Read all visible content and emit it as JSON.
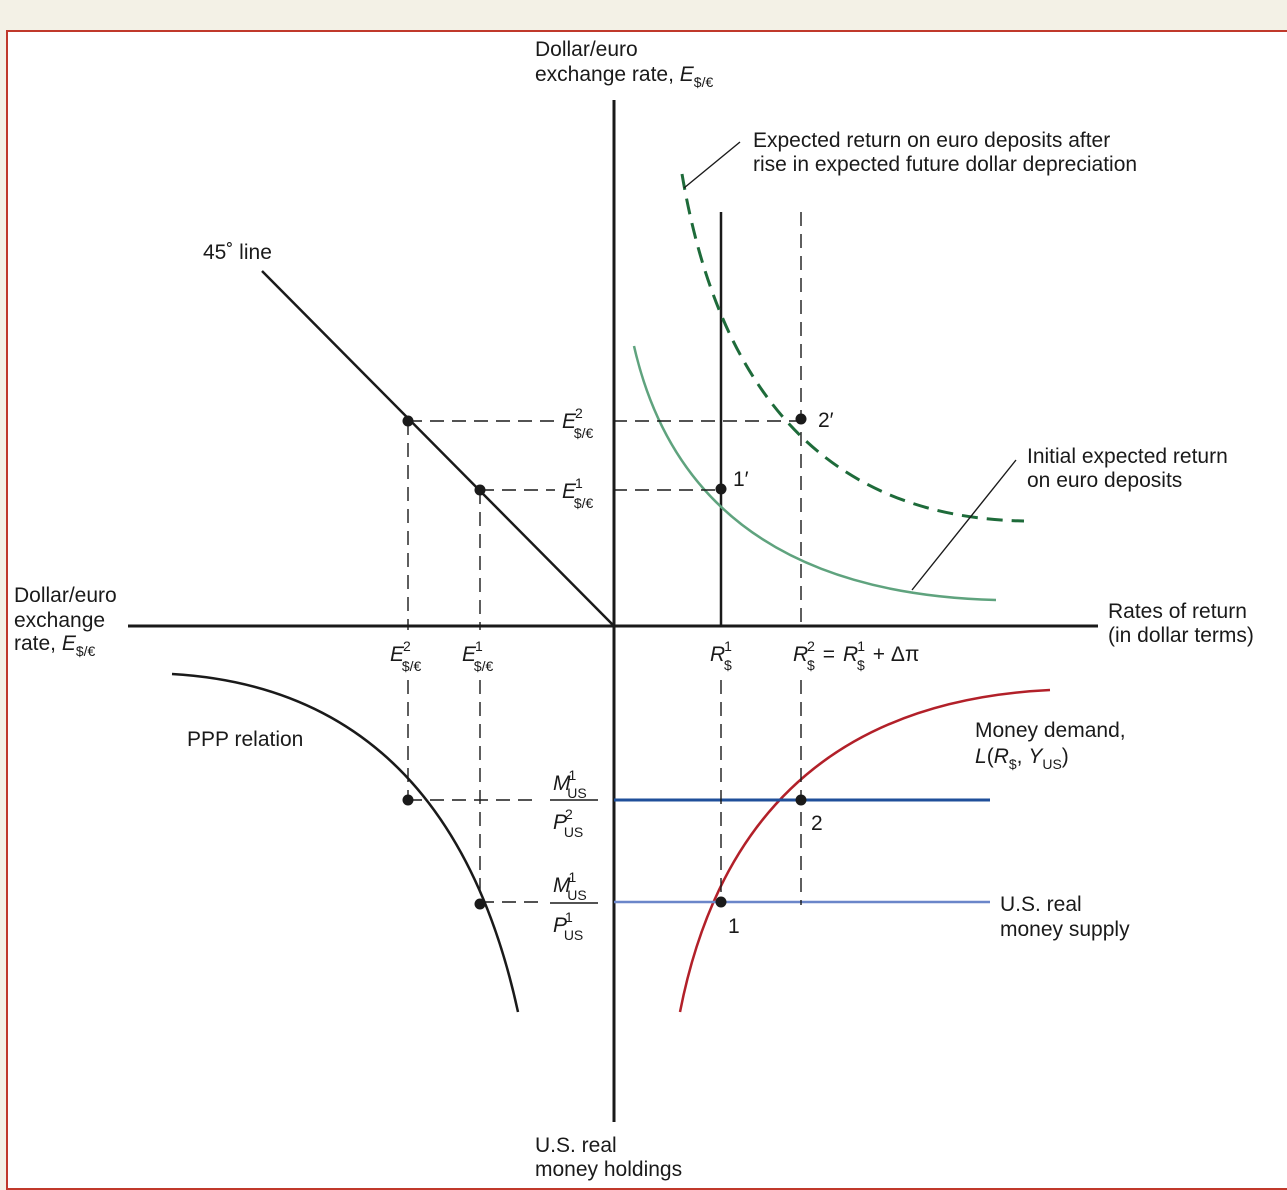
{
  "axes": {
    "top_label": [
      "Dollar/euro",
      "exchange rate, "
    ],
    "top_label_symbol": "E",
    "top_label_subscript": "$/€",
    "left_label": [
      "Dollar/euro",
      "exchange",
      "rate, "
    ],
    "left_label_symbol": "E",
    "left_label_subscript": "$/€",
    "right_label": [
      "Rates of return",
      "(in dollar terms)"
    ],
    "bottom_label": [
      "U.S. real",
      "money holdings"
    ]
  },
  "annotations": {
    "forty_five": "45˚ line",
    "ppp": "PPP relation",
    "euro_after": [
      "Expected return on euro deposits after",
      "rise in expected future dollar depreciation"
    ],
    "euro_initial": [
      "Initial expected return",
      "on euro deposits"
    ],
    "money_demand_line1": "Money demand,",
    "money_demand_line2_L": "L",
    "money_demand_line2_open": "(",
    "money_demand_line2_R": "R",
    "money_demand_line2_Rsub": "$",
    "money_demand_line2_comma": ", ",
    "money_demand_line2_Y": "Y",
    "money_demand_line2_Ysub": "US",
    "money_demand_line2_close": ")",
    "money_supply": [
      "U.S. real",
      "money supply"
    ]
  },
  "points": {
    "p1": "1",
    "p2": "2",
    "p1prime": "1′",
    "p2prime": "2′"
  },
  "ticks": {
    "E": "E",
    "E_sub": "$/€",
    "sup1": "1",
    "sup2": "2",
    "R": "R",
    "R_sub": "$",
    "delta_pi": "+ Δπ",
    "equals": "=",
    "M": "M",
    "P": "P",
    "US": "US"
  },
  "colors": {
    "axis": "#1a1a1a",
    "initial_euro_curve": "#5fa37e",
    "after_euro_curve": "#1e6b3a",
    "money_demand": "#b22029",
    "supply_2": "#1f4f9a",
    "supply_1": "#6b86c9",
    "frame": "#c0392b"
  }
}
